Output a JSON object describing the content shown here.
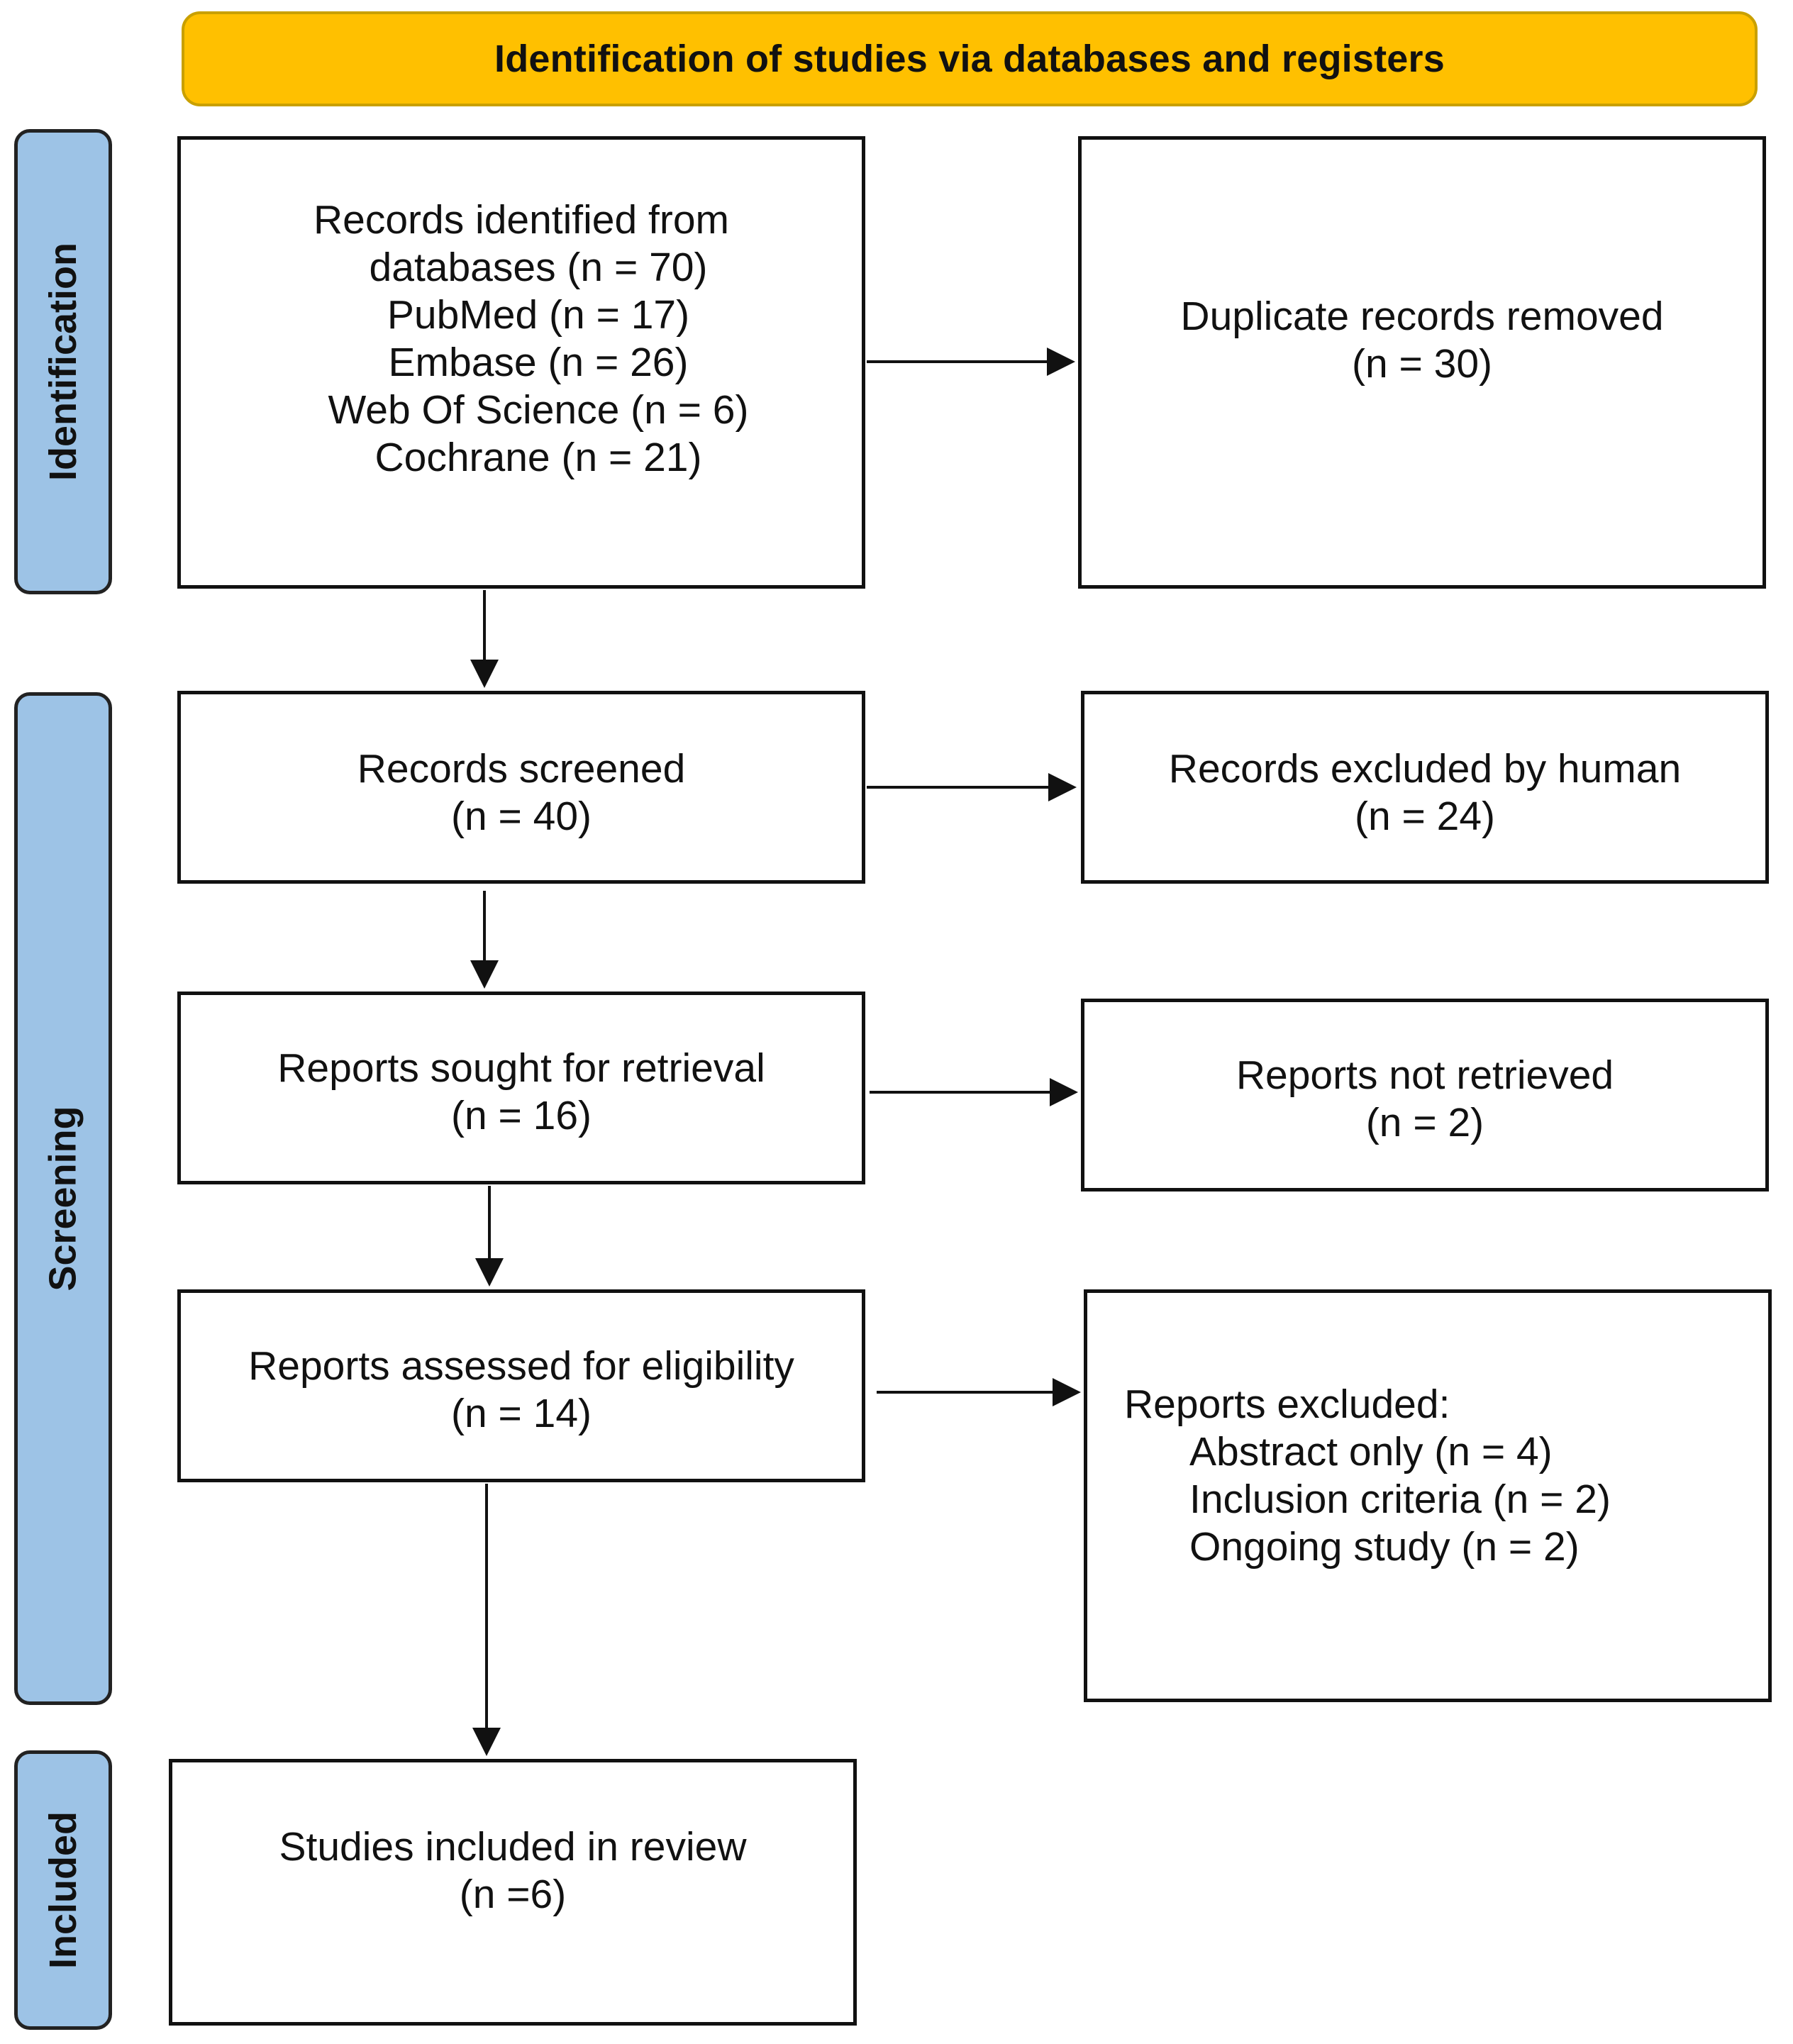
{
  "header": {
    "title": "Identification of studies via databases and registers"
  },
  "phases": {
    "identification": "Identification",
    "screening": "Screening",
    "included": "Included"
  },
  "boxes": {
    "records_identified": {
      "lines": [
        "Records identified from",
        "databases (n = 70)",
        "PubMed (n = 17)",
        "Embase (n = 26)",
        "Web Of Science (n = 6)",
        "Cochrane (n = 21)"
      ]
    },
    "duplicates_removed": {
      "lines": [
        "Duplicate records removed",
        "(n = 30)"
      ]
    },
    "records_screened": {
      "lines": [
        "Records screened",
        "(n = 40)"
      ]
    },
    "records_excluded": {
      "lines": [
        "Records excluded by human",
        "(n = 24)"
      ]
    },
    "reports_sought": {
      "lines": [
        "Reports sought for retrieval",
        "(n = 16)"
      ]
    },
    "reports_not_retrieved": {
      "lines": [
        "Reports not retrieved",
        "(n = 2)"
      ]
    },
    "reports_assessed": {
      "lines": [
        "Reports assessed for eligibility",
        "(n = 14)"
      ]
    },
    "reports_excluded": {
      "title": "Reports excluded:",
      "reasons": [
        "Abstract only (n = 4)",
        "Inclusion criteria (n = 2)",
        "Ongoing study (n = 2)"
      ]
    },
    "studies_included": {
      "lines": [
        "Studies included in review",
        "(n =6)"
      ]
    }
  },
  "colors": {
    "header_fill": "#FFC000",
    "phase_fill": "#9DC3E6",
    "box_border": "#111111",
    "arrow": "#111111"
  }
}
